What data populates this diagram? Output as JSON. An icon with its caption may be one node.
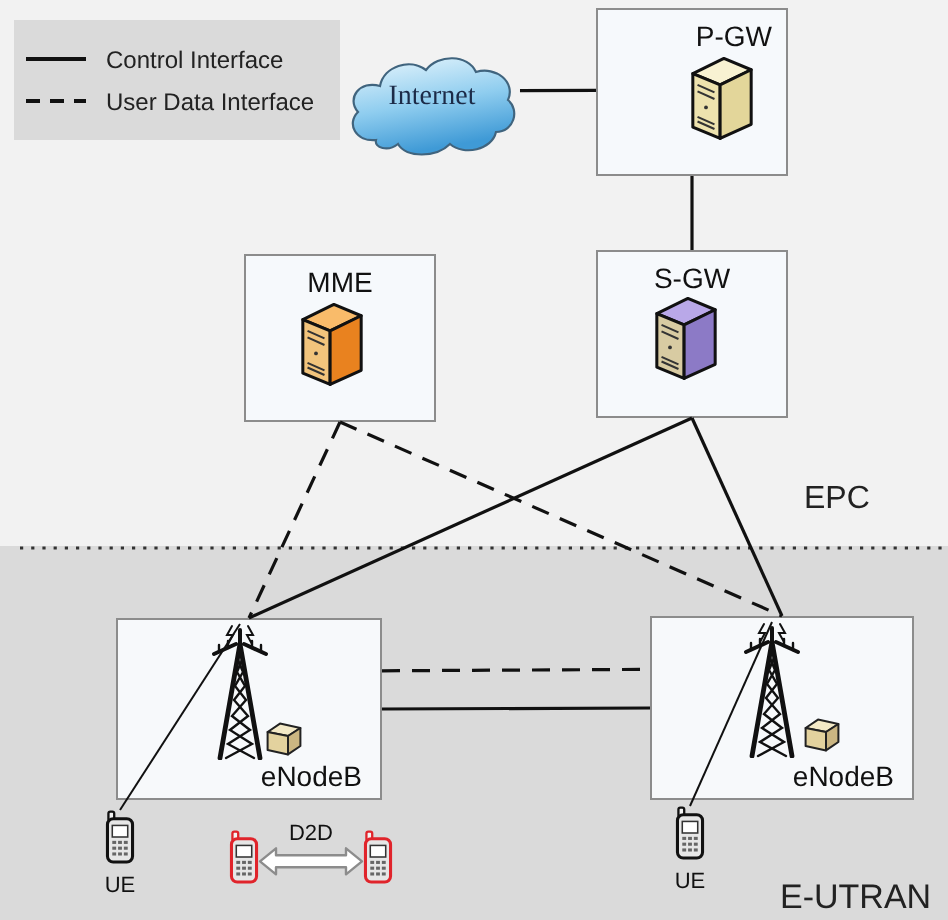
{
  "diagram": {
    "nodes": [
      {
        "text": [
          "EPC"
        ]
      },
      {
        "text": [
          "Internet"
        ],
        "in": 0
      },
      {
        "text": [
          "P-GW"
        ],
        "in": 0
      },
      {
        "text": [
          "MME"
        ],
        "in": 0
      },
      {
        "text": [
          "S-GW"
        ],
        "in": 0
      },
      {
        "text": [
          "E-UTRAN"
        ]
      },
      {
        "text": [
          "eNodeB"
        ],
        "in": 5
      },
      {
        "text": [],
        "shape": "picture",
        "in": 6
      },
      {
        "text": [
          "eNodeB"
        ],
        "in": 5
      },
      {
        "text": [],
        "shape": "picture",
        "in": 8
      },
      {
        "text": [
          "UE"
        ],
        "in": 5
      },
      {
        "text": [],
        "shape": "picture",
        "in": 5
      },
      {
        "text": [],
        "shape": "picture",
        "in": 5
      },
      {
        "text": [
          "UE"
        ],
        "in": 5
      }
    ],
    "edges": [
      {
        "from": 1,
        "to": 2,
        "arrow": "none"
      },
      {
        "from": 2,
        "to": 4,
        "arrow": "none"
      },
      {
        "from": 3,
        "to": 6,
        "arrow": "none",
        "style": "dashed"
      },
      {
        "from": 3,
        "to": 8,
        "arrow": "none",
        "style": "dashed"
      },
      {
        "from": 4,
        "to": 6,
        "arrow": "none"
      },
      {
        "from": 4,
        "to": 8,
        "arrow": "none"
      },
      {
        "from": 6,
        "to": 8,
        "arrow": "none",
        "style": "dashed"
      },
      {
        "from": 6,
        "to": 8,
        "arrow": "none"
      },
      {
        "from": 10,
        "to": 7,
        "arrow": "none"
      },
      {
        "from": 13,
        "to": 9,
        "arrow": "none"
      },
      {
        "from": 11,
        "to": 12,
        "arrow": "both",
        "label": "D2D",
        "style": "thick",
        "color": "#8c8c8c"
      }
    ],
    "legend": [
      {
        "text": "Control Interface"
      },
      {
        "text": "User Data Interface"
      }
    ]
  }
}
